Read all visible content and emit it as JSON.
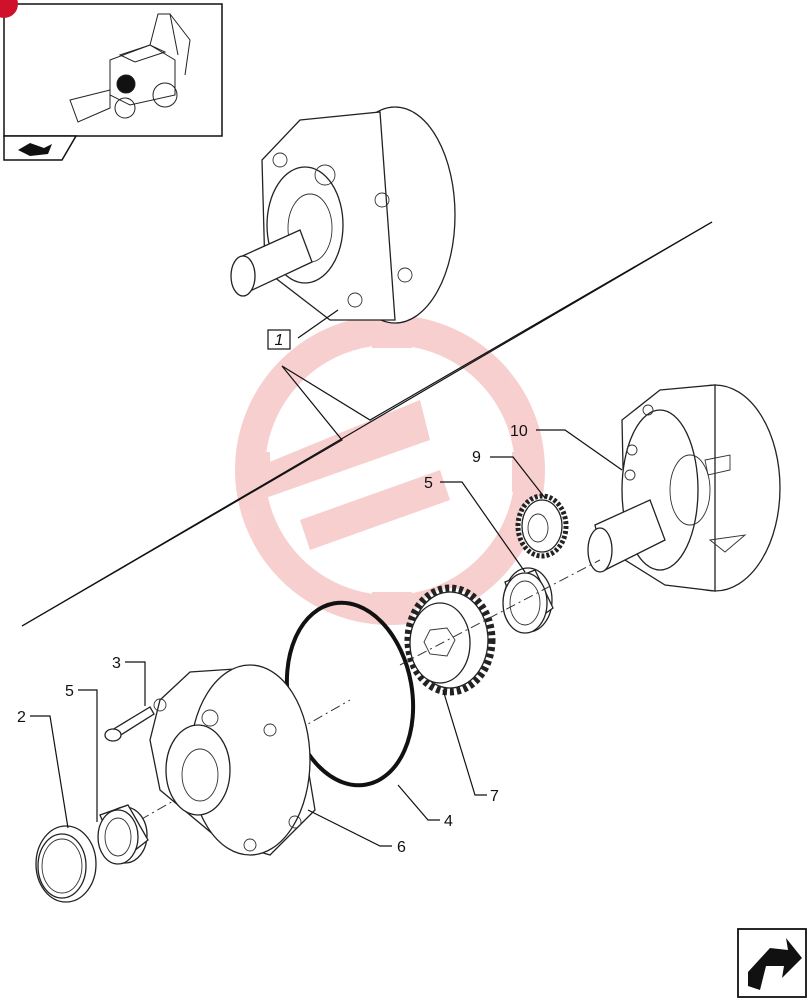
{
  "labels": {
    "assembly": "1",
    "shim_ring": "2",
    "bolt": "3",
    "o_ring": "4",
    "bushing_left": "5",
    "bushing_right": "5",
    "pump_cover": "6",
    "outer_gear": "7",
    "inner_gear": "9",
    "pump_body": "10"
  },
  "icons": {
    "thumbnail": "backhoe-loader-thumbnail",
    "thumb_badge": "red-circle-badge",
    "thumb_tab": "book-arrow-icon",
    "nav": "next-page-arrow-icon"
  },
  "colors": {
    "badge": "#d0112b",
    "watermark": "#f2a9a9"
  }
}
